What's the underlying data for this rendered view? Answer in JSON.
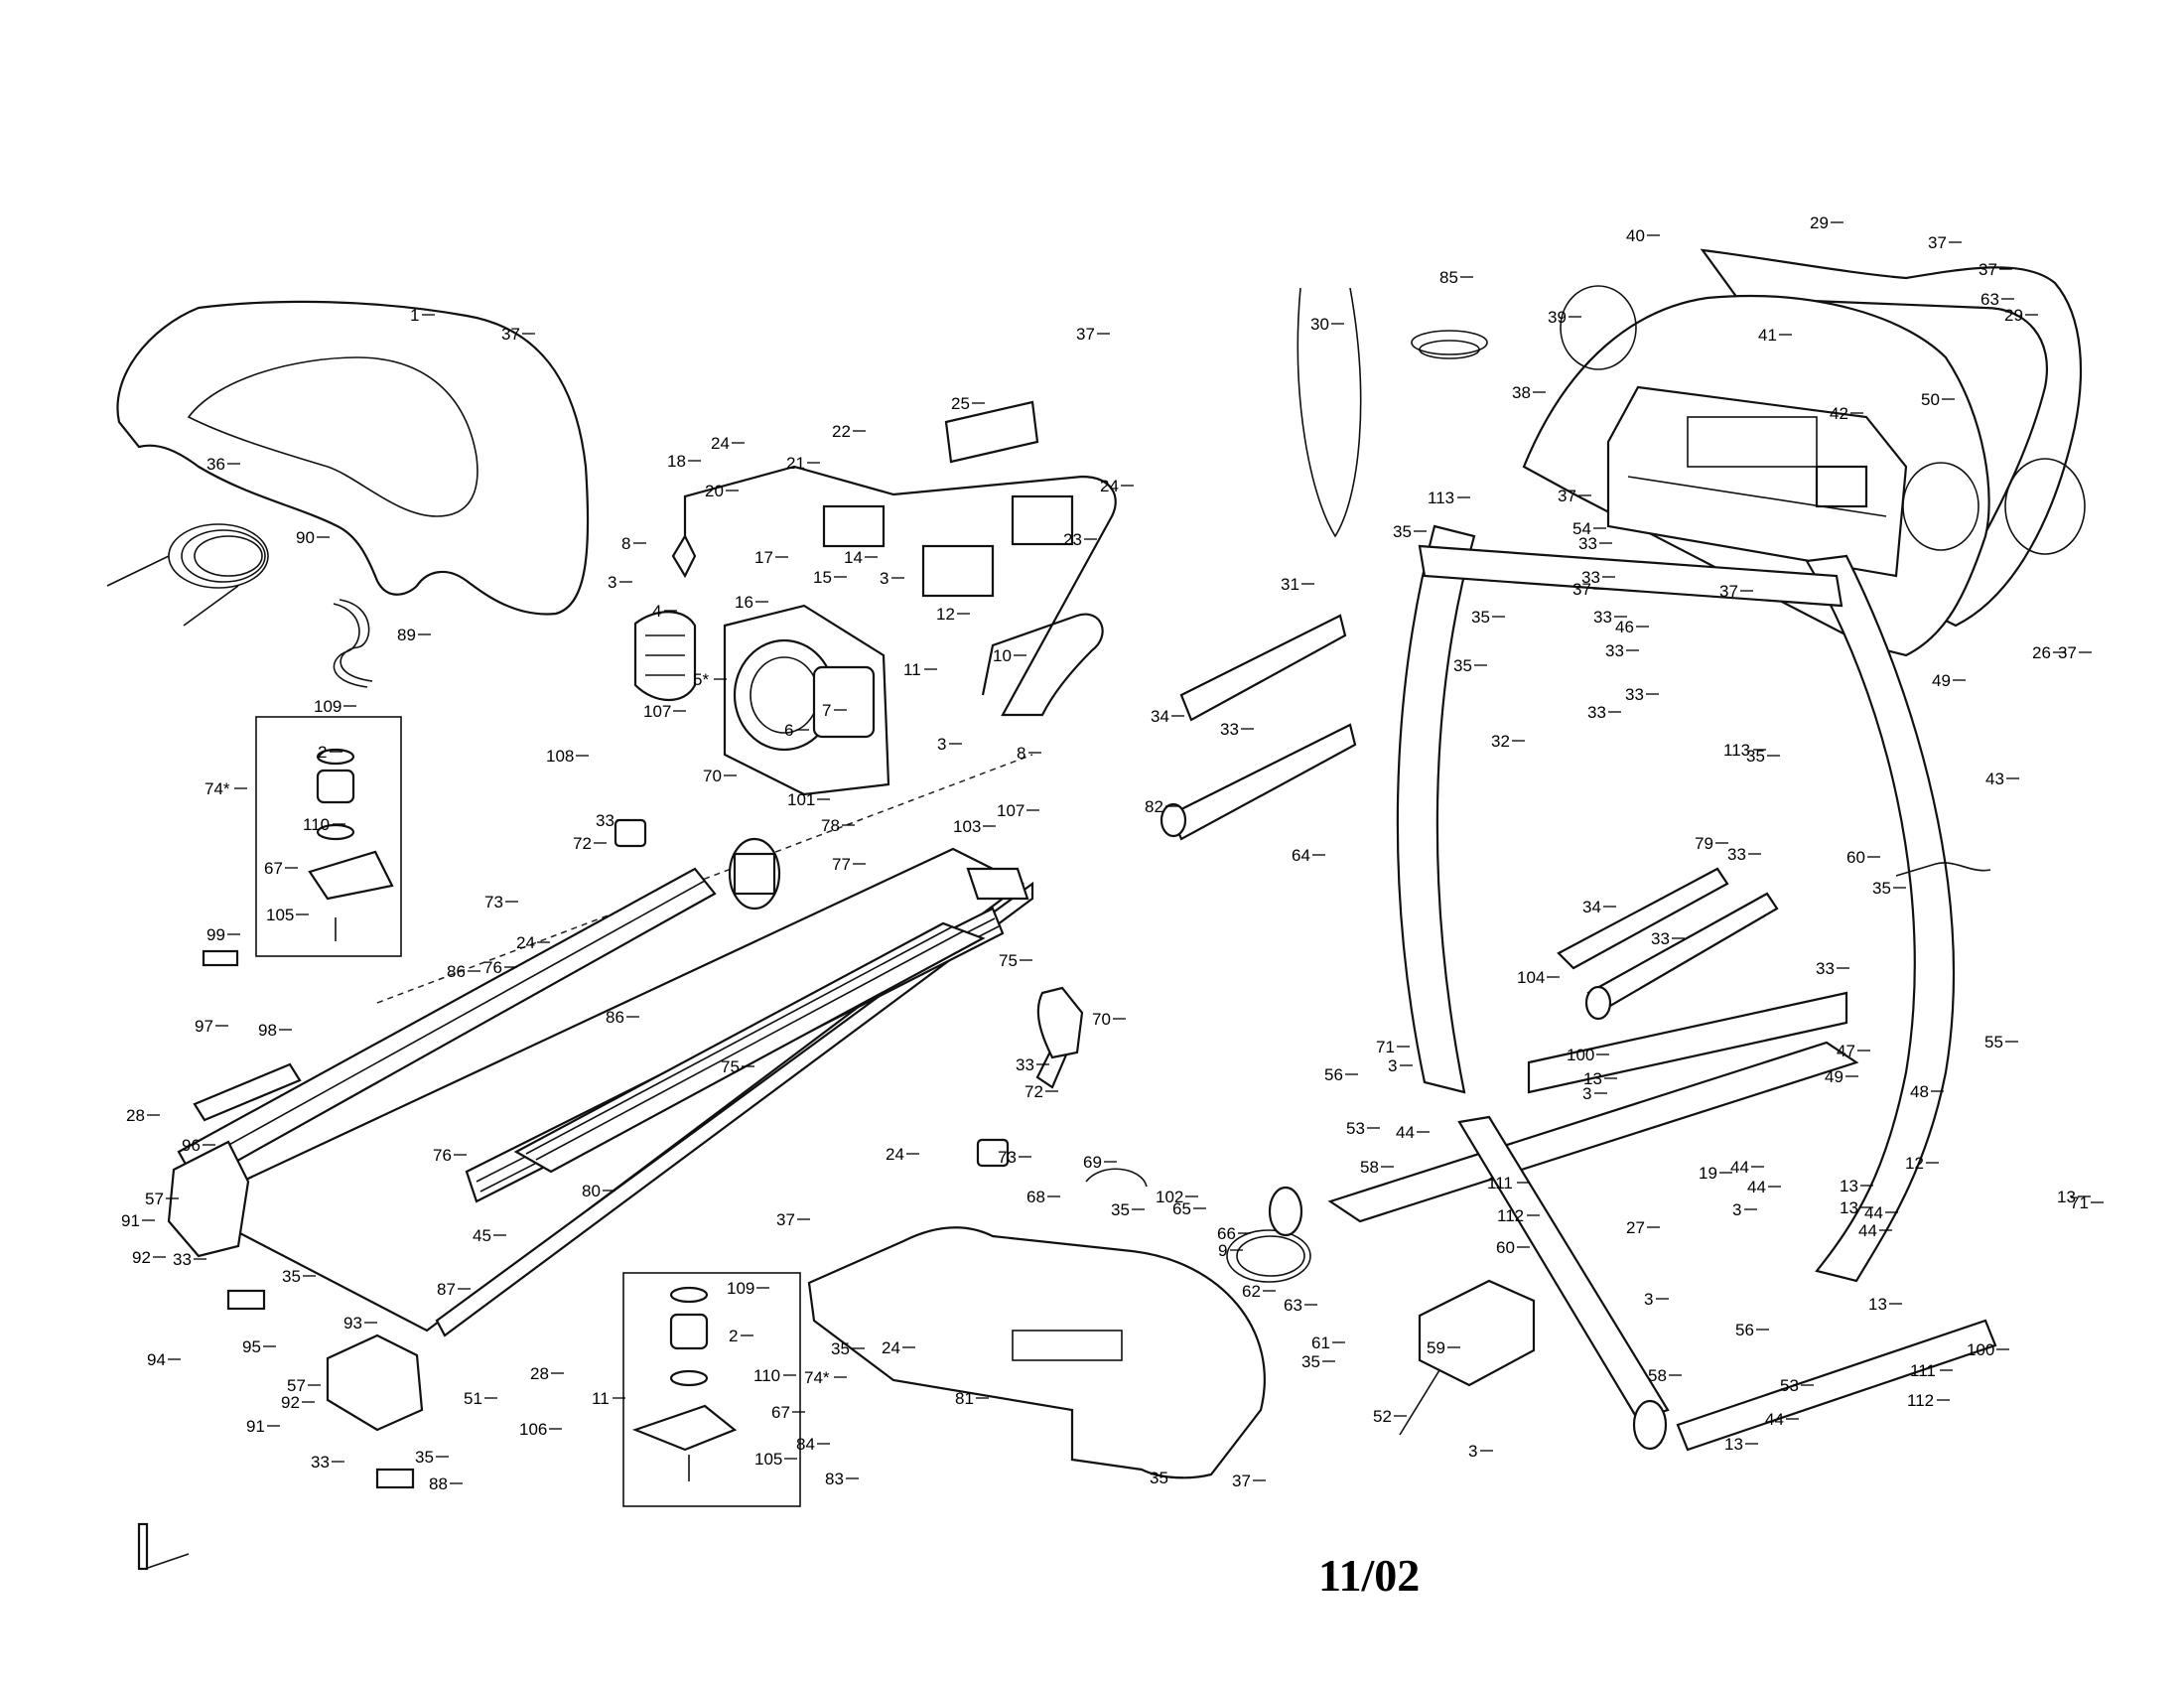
{
  "date_stamp": "11/02",
  "callouts": [
    {
      "n": "1"
    },
    {
      "n": "37"
    },
    {
      "n": "36"
    },
    {
      "n": "90"
    },
    {
      "n": "89"
    },
    {
      "n": "18"
    },
    {
      "n": "20"
    },
    {
      "n": "8"
    },
    {
      "n": "3"
    },
    {
      "n": "24"
    },
    {
      "n": "21"
    },
    {
      "n": "22"
    },
    {
      "n": "17"
    },
    {
      "n": "15"
    },
    {
      "n": "14"
    },
    {
      "n": "3"
    },
    {
      "n": "16"
    },
    {
      "n": "12"
    },
    {
      "n": "25"
    },
    {
      "n": "37"
    },
    {
      "n": "24"
    },
    {
      "n": "23"
    },
    {
      "n": "4"
    },
    {
      "n": "5*"
    },
    {
      "n": "6"
    },
    {
      "n": "7"
    },
    {
      "n": "11"
    },
    {
      "n": "10"
    },
    {
      "n": "3"
    },
    {
      "n": "8"
    },
    {
      "n": "109"
    },
    {
      "n": "2"
    },
    {
      "n": "74*"
    },
    {
      "n": "110"
    },
    {
      "n": "67"
    },
    {
      "n": "105"
    },
    {
      "n": "107"
    },
    {
      "n": "108"
    },
    {
      "n": "70"
    },
    {
      "n": "101"
    },
    {
      "n": "78"
    },
    {
      "n": "33"
    },
    {
      "n": "72"
    },
    {
      "n": "73"
    },
    {
      "n": "24"
    },
    {
      "n": "77"
    },
    {
      "n": "103"
    },
    {
      "n": "107"
    },
    {
      "n": "99"
    },
    {
      "n": "98"
    },
    {
      "n": "86"
    },
    {
      "n": "76"
    },
    {
      "n": "75"
    },
    {
      "n": "97"
    },
    {
      "n": "86"
    },
    {
      "n": "70"
    },
    {
      "n": "28"
    },
    {
      "n": "96"
    },
    {
      "n": "75"
    },
    {
      "n": "33"
    },
    {
      "n": "72"
    },
    {
      "n": "76"
    },
    {
      "n": "24"
    },
    {
      "n": "73"
    },
    {
      "n": "57"
    },
    {
      "n": "91"
    },
    {
      "n": "92"
    },
    {
      "n": "33"
    },
    {
      "n": "35"
    },
    {
      "n": "45"
    },
    {
      "n": "80"
    },
    {
      "n": "95"
    },
    {
      "n": "87"
    },
    {
      "n": "93"
    },
    {
      "n": "51"
    },
    {
      "n": "28"
    },
    {
      "n": "94"
    },
    {
      "n": "57"
    },
    {
      "n": "92"
    },
    {
      "n": "91"
    },
    {
      "n": "33"
    },
    {
      "n": "35"
    },
    {
      "n": "88"
    },
    {
      "n": "11"
    },
    {
      "n": "106"
    },
    {
      "n": "109"
    },
    {
      "n": "2"
    },
    {
      "n": "110"
    },
    {
      "n": "74*"
    },
    {
      "n": "67"
    },
    {
      "n": "105"
    },
    {
      "n": "37"
    },
    {
      "n": "68"
    },
    {
      "n": "69"
    },
    {
      "n": "35"
    },
    {
      "n": "102"
    },
    {
      "n": "65"
    },
    {
      "n": "66"
    },
    {
      "n": "9"
    },
    {
      "n": "35"
    },
    {
      "n": "24"
    },
    {
      "n": "81"
    },
    {
      "n": "84"
    },
    {
      "n": "83"
    },
    {
      "n": "35"
    },
    {
      "n": "37"
    },
    {
      "n": "35"
    },
    {
      "n": "62"
    },
    {
      "n": "63"
    },
    {
      "n": "61"
    },
    {
      "n": "30"
    },
    {
      "n": "85"
    },
    {
      "n": "29"
    },
    {
      "n": "40"
    },
    {
      "n": "37"
    },
    {
      "n": "39"
    },
    {
      "n": "37"
    },
    {
      "n": "63"
    },
    {
      "n": "41"
    },
    {
      "n": "29"
    },
    {
      "n": "38"
    },
    {
      "n": "42"
    },
    {
      "n": "50"
    },
    {
      "n": "35"
    },
    {
      "n": "113"
    },
    {
      "n": "37"
    },
    {
      "n": "54"
    },
    {
      "n": "33"
    },
    {
      "n": "33"
    },
    {
      "n": "37"
    },
    {
      "n": "37"
    },
    {
      "n": "31"
    },
    {
      "n": "35"
    },
    {
      "n": "46"
    },
    {
      "n": "33"
    },
    {
      "n": "26"
    },
    {
      "n": "37"
    },
    {
      "n": "33"
    },
    {
      "n": "33"
    },
    {
      "n": "34"
    },
    {
      "n": "33"
    },
    {
      "n": "35"
    },
    {
      "n": "32"
    },
    {
      "n": "49"
    },
    {
      "n": "33"
    },
    {
      "n": "113"
    },
    {
      "n": "82"
    },
    {
      "n": "35"
    },
    {
      "n": "43"
    },
    {
      "n": "79"
    },
    {
      "n": "34"
    },
    {
      "n": "33"
    },
    {
      "n": "35"
    },
    {
      "n": "60"
    },
    {
      "n": "64"
    },
    {
      "n": "33"
    },
    {
      "n": "104"
    },
    {
      "n": "33"
    },
    {
      "n": "55"
    },
    {
      "n": "71"
    },
    {
      "n": "100"
    },
    {
      "n": "44"
    },
    {
      "n": "47"
    },
    {
      "n": "56"
    },
    {
      "n": "3"
    },
    {
      "n": "53"
    },
    {
      "n": "13"
    },
    {
      "n": "48"
    },
    {
      "n": "49"
    },
    {
      "n": "3"
    },
    {
      "n": "58"
    },
    {
      "n": "111"
    },
    {
      "n": "19"
    },
    {
      "n": "44"
    },
    {
      "n": "12"
    },
    {
      "n": "44"
    },
    {
      "n": "13"
    },
    {
      "n": "13"
    },
    {
      "n": "3"
    },
    {
      "n": "71"
    },
    {
      "n": "112"
    },
    {
      "n": "44"
    },
    {
      "n": "60"
    },
    {
      "n": "27"
    },
    {
      "n": "13"
    },
    {
      "n": "44"
    },
    {
      "n": "59"
    },
    {
      "n": "3"
    },
    {
      "n": "56"
    },
    {
      "n": "13"
    },
    {
      "n": "100"
    },
    {
      "n": "52"
    },
    {
      "n": "111"
    },
    {
      "n": "58"
    },
    {
      "n": "53"
    },
    {
      "n": "112"
    },
    {
      "n": "44"
    },
    {
      "n": "3"
    },
    {
      "n": "13"
    }
  ]
}
